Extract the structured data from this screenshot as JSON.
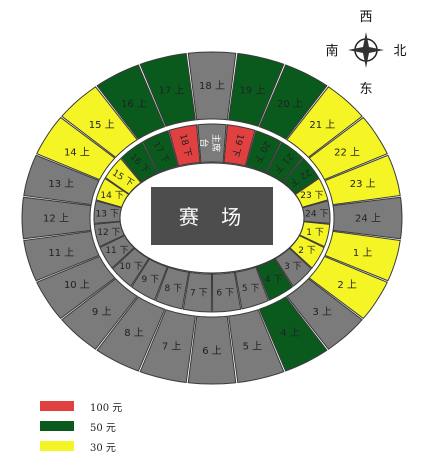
{
  "arena_label": "赛 场",
  "vip_label_line1": "主席",
  "vip_label_line2": "台",
  "compass": {
    "north": "北",
    "south": "南",
    "east": "东",
    "west": "西"
  },
  "colors": {
    "price_100": "#e04040",
    "price_50": "#0a5a1e",
    "price_30": "#f5f526",
    "unavailable": "#7b7b7b",
    "outline": "#3a3a3a"
  },
  "legend": [
    {
      "color_key": "price_100",
      "label": "100 元"
    },
    {
      "color_key": "price_50",
      "label": "50 元"
    },
    {
      "color_key": "price_30",
      "label": "30 元"
    }
  ],
  "upper_sections": [
    {
      "label": "18 上",
      "price": "none"
    },
    {
      "label": "19 上",
      "price": "price_50"
    },
    {
      "label": "20 上",
      "price": "price_50"
    },
    {
      "label": "21 上",
      "price": "price_30"
    },
    {
      "label": "22 上",
      "price": "price_30"
    },
    {
      "label": "23 上",
      "price": "price_30"
    },
    {
      "label": "24 上",
      "price": "none"
    },
    {
      "label": "1 上",
      "price": "price_30"
    },
    {
      "label": "2 上",
      "price": "price_30"
    },
    {
      "label": "3 上",
      "price": "none"
    },
    {
      "label": "4 上",
      "price": "price_50"
    },
    {
      "label": "5 上",
      "price": "none"
    },
    {
      "label": "6 上",
      "price": "none"
    },
    {
      "label": "7 上",
      "price": "none"
    },
    {
      "label": "8 上",
      "price": "none"
    },
    {
      "label": "9 上",
      "price": "none"
    },
    {
      "label": "10 上",
      "price": "none"
    },
    {
      "label": "11 上",
      "price": "none"
    },
    {
      "label": "12 上",
      "price": "none"
    },
    {
      "label": "13 上",
      "price": "none"
    },
    {
      "label": "14 上",
      "price": "price_30"
    },
    {
      "label": "15 上",
      "price": "price_30"
    },
    {
      "label": "16 上",
      "price": "price_50"
    },
    {
      "label": "17 上",
      "price": "price_50"
    }
  ],
  "lower_sections": [
    {
      "label": "18 下",
      "price": "price_100"
    },
    {
      "label": "主席台",
      "price": "vip"
    },
    {
      "label": "19 下",
      "price": "price_100"
    },
    {
      "label": "20 下",
      "price": "price_50"
    },
    {
      "label": "21 下",
      "price": "price_50"
    },
    {
      "label": "22 下",
      "price": "price_50"
    },
    {
      "label": "23 下",
      "price": "price_30"
    },
    {
      "label": "24 下",
      "price": "none"
    },
    {
      "label": "1 下",
      "price": "price_30"
    },
    {
      "label": "2 下",
      "price": "price_30"
    },
    {
      "label": "3 下",
      "price": "none"
    },
    {
      "label": "4 下",
      "price": "price_50"
    },
    {
      "label": "5 下",
      "price": "none"
    },
    {
      "label": "6 下",
      "price": "none"
    },
    {
      "label": "7 下",
      "price": "none"
    },
    {
      "label": "8 下",
      "price": "none"
    },
    {
      "label": "9 下",
      "price": "none"
    },
    {
      "label": "10 下",
      "price": "none"
    },
    {
      "label": "11 下",
      "price": "none"
    },
    {
      "label": "12 下",
      "price": "none"
    },
    {
      "label": "13 下",
      "price": "none"
    },
    {
      "label": "14 下",
      "price": "price_30"
    },
    {
      "label": "15 下",
      "price": "price_30"
    },
    {
      "label": "16 下",
      "price": "price_50"
    },
    {
      "label": "17 下",
      "price": "price_50"
    }
  ]
}
